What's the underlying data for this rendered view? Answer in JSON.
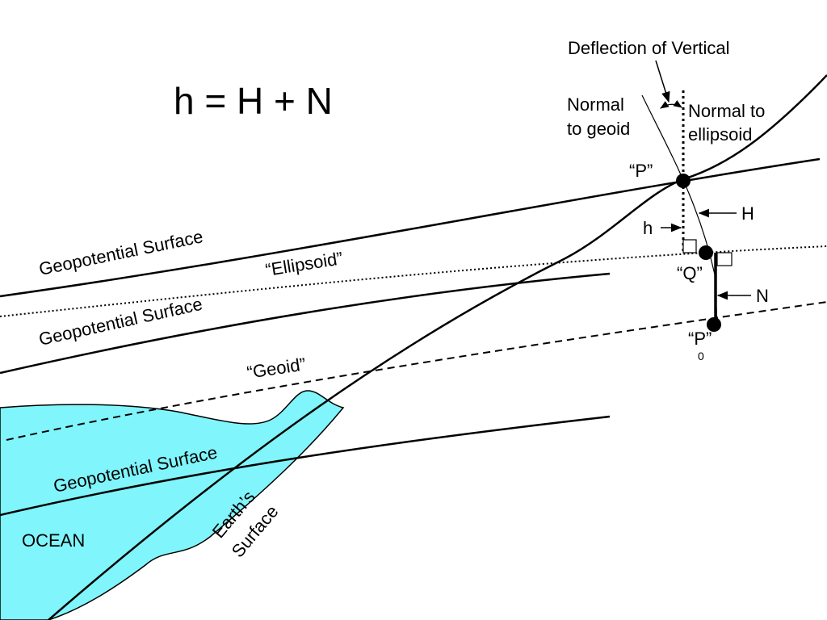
{
  "formula": "h = H + N",
  "colors": {
    "ocean_fill": "#80F5FB",
    "line": "#000000"
  },
  "labels": {
    "deflection": "Deflection of Vertical",
    "normal_geoid_1": "Normal",
    "normal_geoid_2": "to geoid",
    "normal_ellipsoid_1": "Normal to",
    "normal_ellipsoid_2": "ellipsoid",
    "point_p": "“P”",
    "h": "h",
    "H": "H",
    "point_q": "“Q”",
    "N": "N",
    "point_p0": "“P”",
    "subscript_0": "0",
    "geopotential_1": "Geopotential Surface",
    "ellipsoid": "“Ellipsoid”",
    "geopotential_2": "Geopotential Surface",
    "geoid": "“Geoid”",
    "geopotential_3": "Geopotential Surface",
    "ocean": "OCEAN",
    "earth_surface_1": "Earth’s",
    "earth_surface_2": "Surface"
  }
}
